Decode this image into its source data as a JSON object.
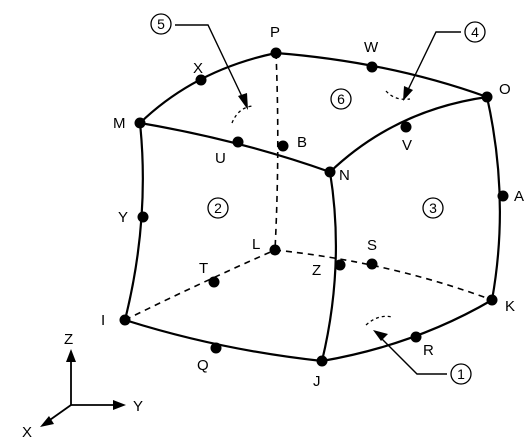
{
  "nodes": [
    {
      "label": "P"
    },
    {
      "label": "W"
    },
    {
      "label": "O"
    },
    {
      "label": "X"
    },
    {
      "label": "M"
    },
    {
      "label": "B"
    },
    {
      "label": "U"
    },
    {
      "label": "V"
    },
    {
      "label": "N"
    },
    {
      "label": "A"
    },
    {
      "label": "Y"
    },
    {
      "label": "L"
    },
    {
      "label": "S"
    },
    {
      "label": "T"
    },
    {
      "label": "Z"
    },
    {
      "label": "I"
    },
    {
      "label": "K"
    },
    {
      "label": "Q"
    },
    {
      "label": "R"
    },
    {
      "label": "J"
    }
  ],
  "faces": [
    "1",
    "2",
    "3",
    "4",
    "5",
    "6"
  ],
  "axes": {
    "z": "Z",
    "y": "Y",
    "x": "X"
  }
}
